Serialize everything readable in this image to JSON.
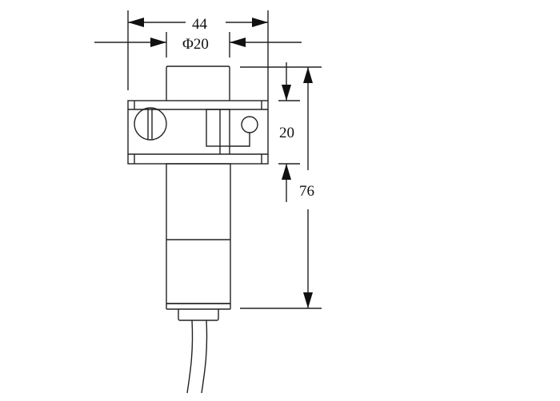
{
  "drawing": {
    "dimensions": {
      "overall_width": "44",
      "diameter": "Φ20",
      "bracket_height": "20",
      "overall_length": "76"
    }
  }
}
